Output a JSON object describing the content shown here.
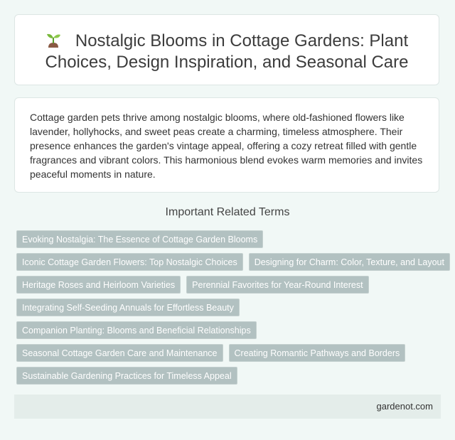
{
  "header": {
    "icon": "sprout-icon",
    "title": "Nostalgic Blooms in Cottage Gardens: Plant Choices, Design Inspiration, and Seasonal Care"
  },
  "description": "Cottage garden pets thrive among nostalgic blooms, where old-fashioned flowers like lavender, hollyhocks, and sweet peas create a charming, timeless atmosphere. Their presence enhances the garden's vintage appeal, offering a cozy retreat filled with gentle fragrances and vibrant colors. This harmonious blend evokes warm memories and invites peaceful moments in nature.",
  "related": {
    "heading": "Important Related Terms",
    "tags": [
      "Evoking Nostalgia: The Essence of Cottage Garden Blooms",
      "Iconic Cottage Garden Flowers: Top Nostalgic Choices",
      "Designing for Charm: Color, Texture, and Layout",
      "Heritage Roses and Heirloom Varieties",
      "Perennial Favorites for Year-Round Interest",
      "Integrating Self-Seeding Annuals for Effortless Beauty",
      "Companion Planting: Blooms and Beneficial Relationships",
      "Seasonal Cottage Garden Care and Maintenance",
      "Creating Romantic Pathways and Borders",
      "Sustainable Gardening Practices for Timeless Appeal"
    ]
  },
  "footer": {
    "site": "gardenot.com"
  }
}
